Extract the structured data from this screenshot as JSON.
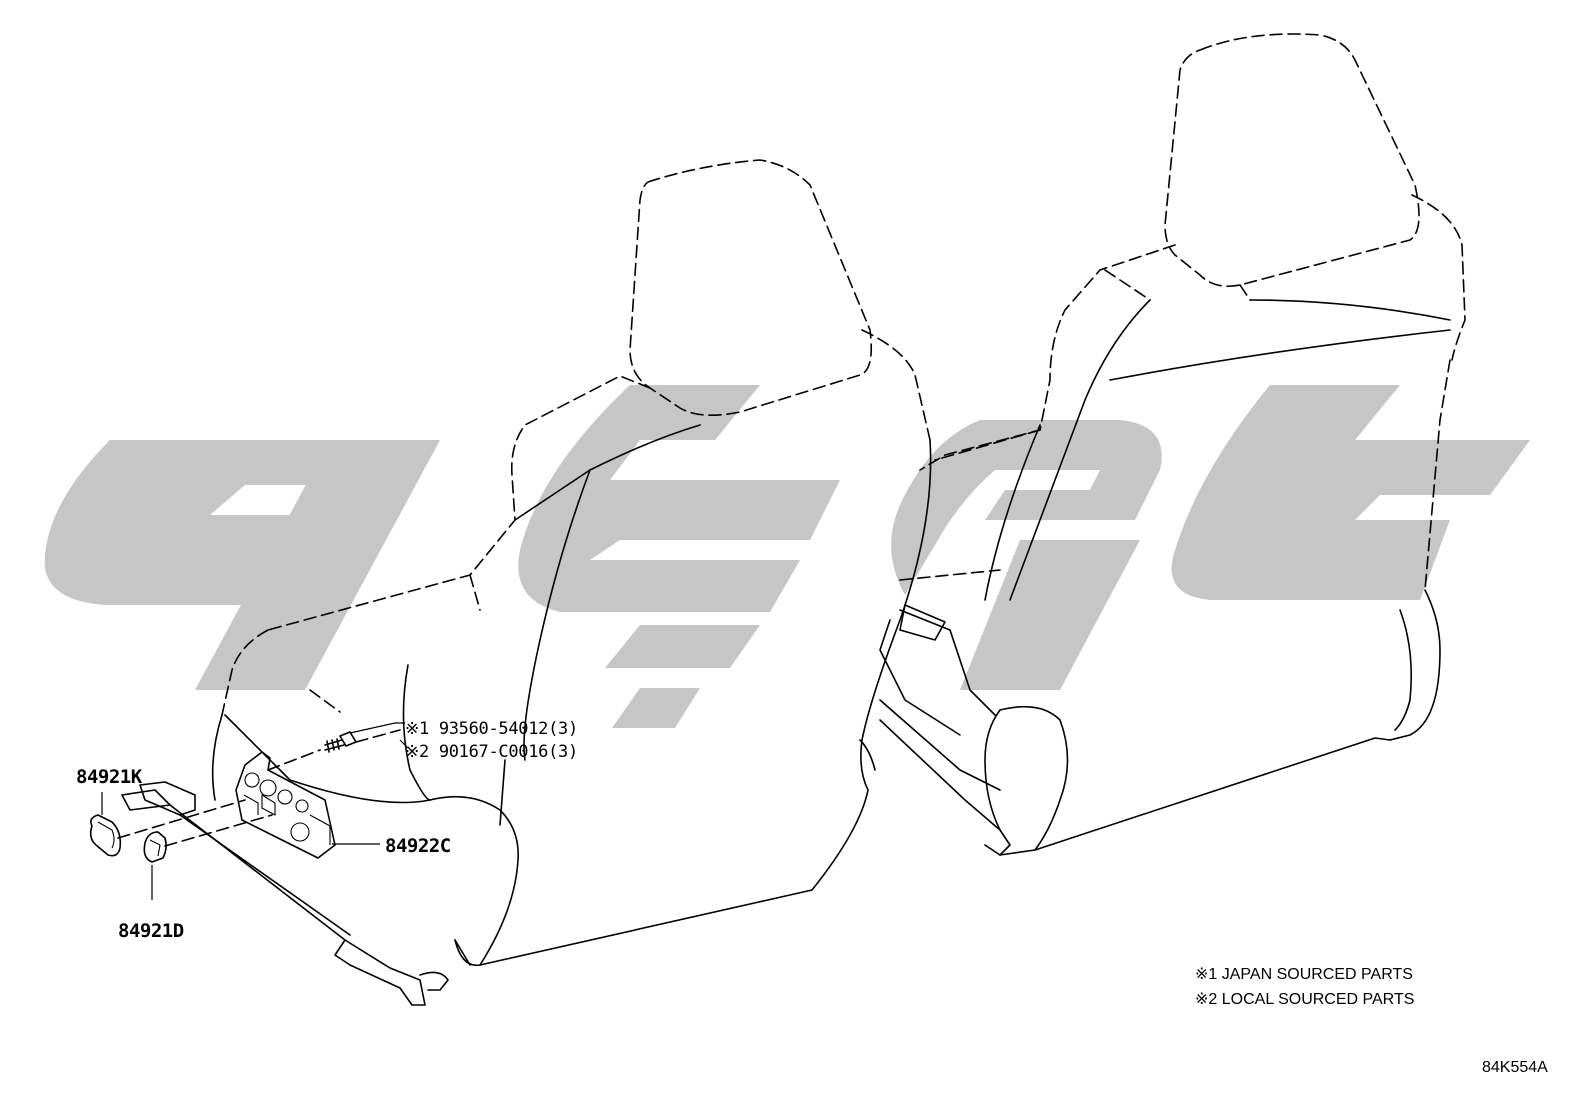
{
  "callouts": {
    "fastener_1": "※1 93560-54012(3)",
    "fastener_2": "※2 90167-C0016(3)",
    "part_84921K": "84921K",
    "part_84922C": "84922C",
    "part_84921D": "84921D"
  },
  "legend": {
    "line_1": "※1 JAPAN SOURCED PARTS",
    "line_2": "※2 LOCAL SOURCED PARTS"
  },
  "illustration_code": "84K554A",
  "watermark": {
    "color": "#c6c6c6"
  }
}
